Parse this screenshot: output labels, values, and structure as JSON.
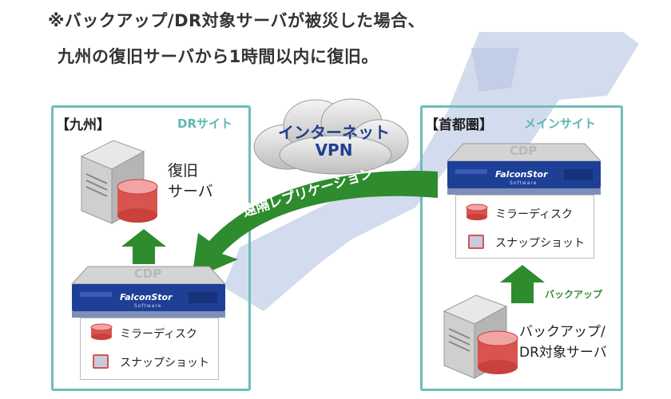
{
  "headline": {
    "line1": "※バックアップ/DR対象サーバが被災した場合、",
    "line2": "九州の復旧サーバから1時間以内に復旧。"
  },
  "dr_site": {
    "title": "【九州】",
    "role": "DRサイト",
    "restore_server_line1": "復旧",
    "restore_server_line2": "サーバ",
    "appliance_brand": "FalconStor",
    "appliance_brand_sub": "Software",
    "appliance_lid": "CDP",
    "mirror_disk": "ミラーディスク",
    "snapshot": "スナップショット"
  },
  "main_site": {
    "title": "【首都圏】",
    "role": "メインサイト",
    "appliance_brand": "FalconStor",
    "appliance_brand_sub": "Software",
    "appliance_lid": "CDP",
    "mirror_disk": "ミラーディスク",
    "snapshot": "スナップショット",
    "backup_label": "バックアップ",
    "target_server_line1": "バックアップ/",
    "target_server_line2": "DR対象サーバ"
  },
  "cloud": {
    "line1": "インターネット",
    "line2": "VPN"
  },
  "replication_label": "遠隔レプリケーション",
  "colors": {
    "frame": "#6fbdb8",
    "role_text": "#5fb7b2",
    "green_arrow": "#2e8b2e",
    "cloud_text": "#1f3f8f",
    "appliance_blue": "#1d3f96",
    "disk_red": "#d9534f",
    "map_blue": "#d3dcee"
  }
}
